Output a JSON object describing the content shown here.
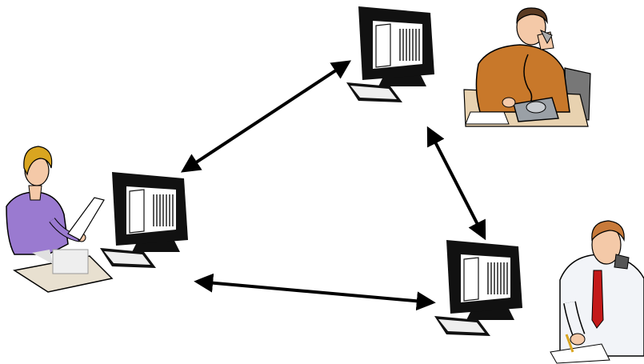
{
  "colors": {
    "background": "#ffffff",
    "outline": "#000000",
    "arrow": "#000000",
    "monitor_fill": "#111111",
    "screen_fill": "#ffffff",
    "skin": "#f4c9a8",
    "woman_blouse": "#9a7ad0",
    "woman_hair": "#d9a520",
    "man_jacket": "#c8782a",
    "man_hair": "#5a3a22",
    "man_shirt": "#f2f4f8",
    "tie": "#c41a1a",
    "desk": "#e8d2b0",
    "phone": "#9aa0a6"
  },
  "nodes": [
    {
      "id": "woman-workstation",
      "icon": "woman-at-computer-icon"
    },
    {
      "id": "phone-man-workstation",
      "icon": "man-on-phone-icon"
    },
    {
      "id": "writing-man-workstation",
      "icon": "man-writing-on-phone-icon"
    }
  ],
  "links": [
    {
      "from": "woman-workstation",
      "to": "phone-man-workstation",
      "style": "double-headed-arrow"
    },
    {
      "from": "phone-man-workstation",
      "to": "writing-man-workstation",
      "style": "double-headed-arrow"
    },
    {
      "from": "woman-workstation",
      "to": "writing-man-workstation",
      "style": "double-headed-arrow"
    }
  ]
}
